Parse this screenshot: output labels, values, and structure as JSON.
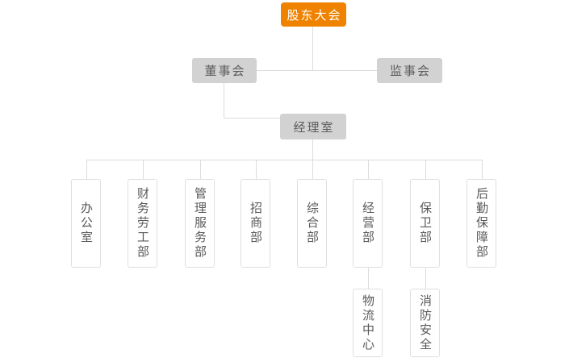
{
  "org_chart": {
    "type": "org-chart",
    "root": {
      "label": "股东大会"
    },
    "boards": [
      {
        "label": "董事会"
      },
      {
        "label": "监事会"
      }
    ],
    "manager": {
      "label": "经理室"
    },
    "departments": [
      {
        "label": "办公室"
      },
      {
        "label": "财务劳工部"
      },
      {
        "label": "管理服务部"
      },
      {
        "label": "招商部"
      },
      {
        "label": "综合部"
      },
      {
        "label": "经营部"
      },
      {
        "label": "保卫部"
      },
      {
        "label": "后勤保障部"
      }
    ],
    "sub_departments": [
      {
        "label": "物流中心",
        "parent": "经营部"
      },
      {
        "label": "消防安全",
        "parent": "保卫部"
      }
    ],
    "colors": {
      "root_bg": "#ef8300",
      "root_text": "#ffffff",
      "branch_bg": "#d2d2d2",
      "branch_text": "#5c5c5c",
      "leaf_bg": "#ffffff",
      "leaf_border": "#dfdfdf",
      "leaf_text": "#595959",
      "connector": "#dcdcdc",
      "page_background": "#ffffff"
    }
  }
}
